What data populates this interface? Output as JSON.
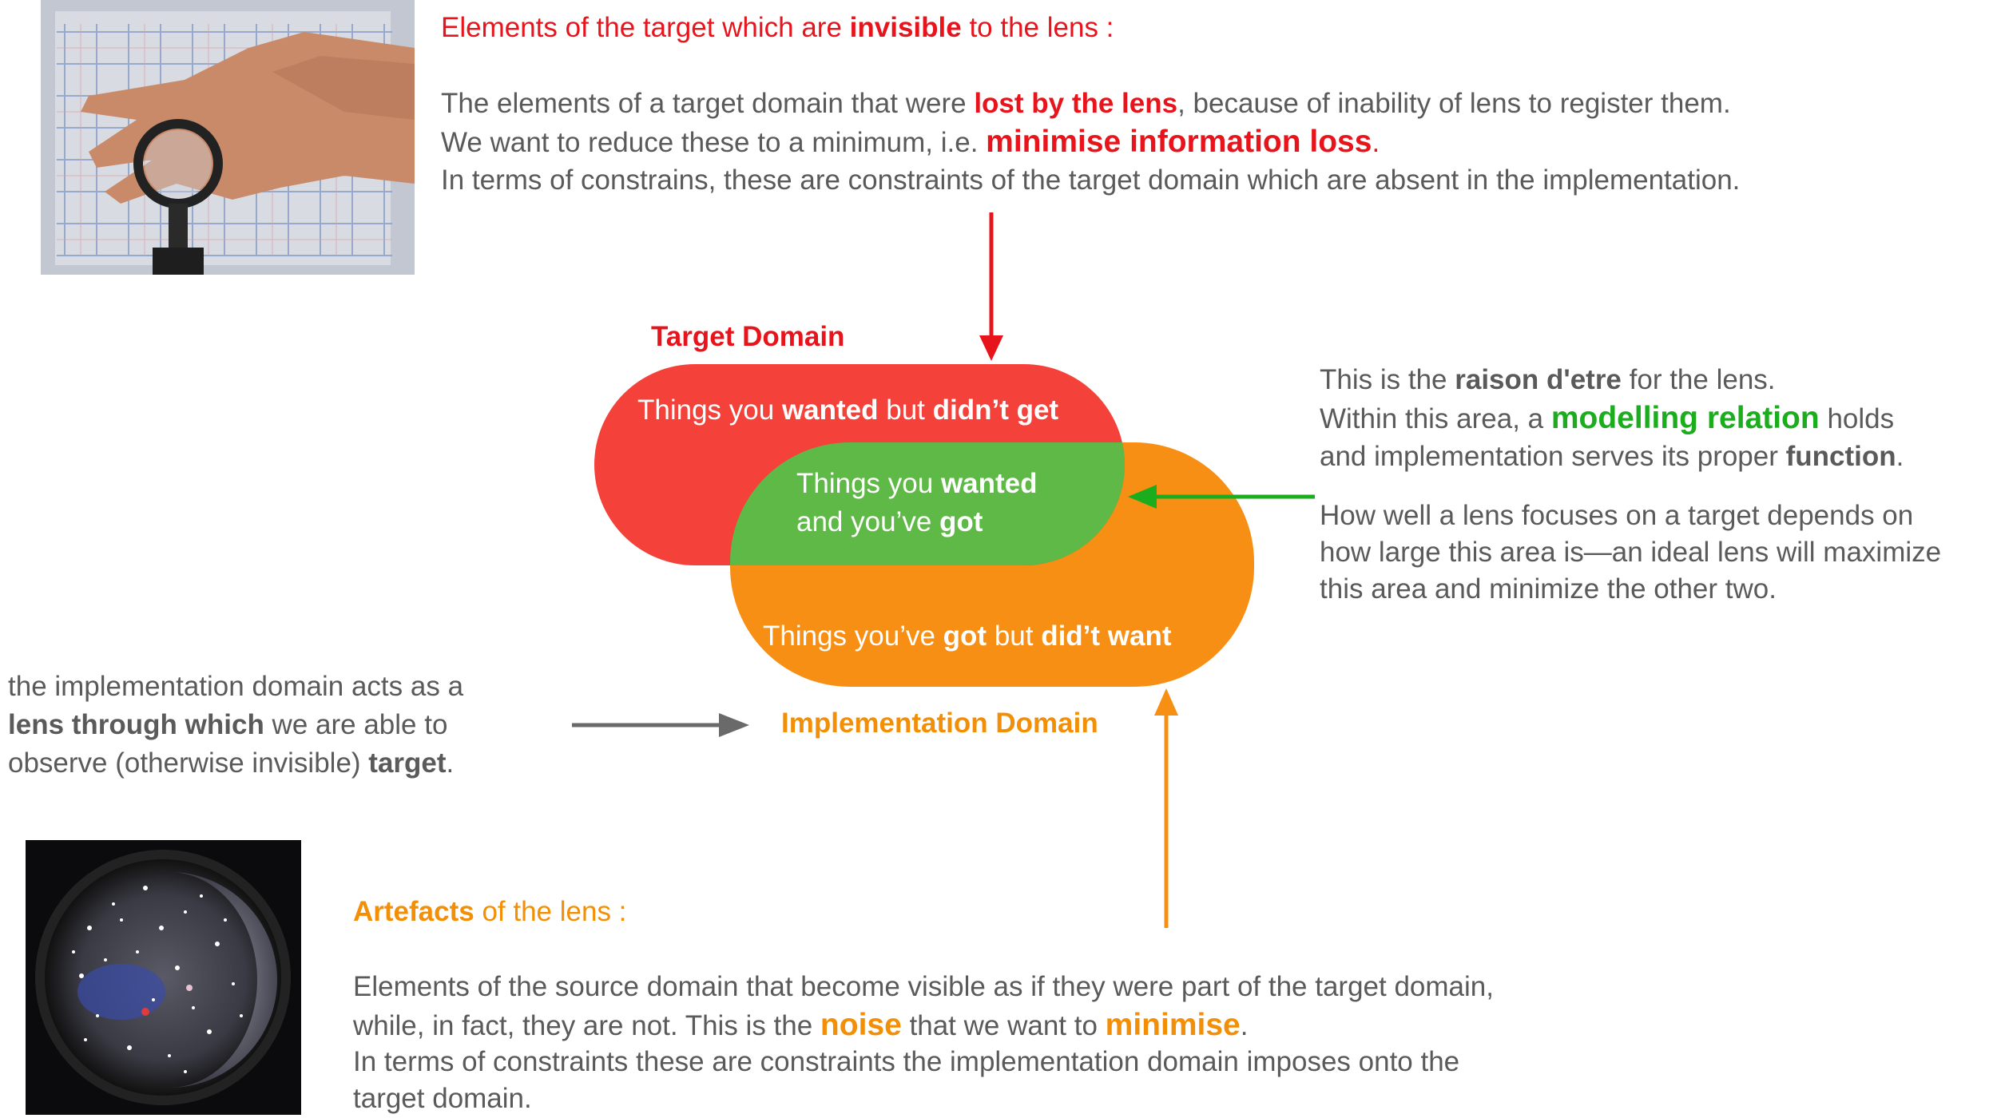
{
  "top": {
    "heading_prefix": "Elements of the target which are ",
    "heading_bold": "invisible",
    "heading_suffix": " to the lens :",
    "line1_prefix": "The elements of a target domain that were ",
    "line1_bold": "lost by the lens",
    "line1_suffix": ", because of inability of lens to register them.",
    "line2_prefix": "We want to reduce these to a minimum, i.e. ",
    "line2_bold": "minimise information loss",
    "line2_suffix": ".",
    "line3": "In terms of constrains, these are constraints of the target domain which are absent in the implementation."
  },
  "diagram": {
    "target_domain_label": "Target Domain",
    "implementation_domain_label": "Implementation Domain",
    "red_text_a": "Things you ",
    "red_text_b": "wanted",
    "red_text_c": " but ",
    "red_text_d": "didn’t get",
    "green_line1_a": "Things you ",
    "green_line1_b": "wanted",
    "green_line2_a": "and you’ve ",
    "green_line2_b": "got",
    "orange_text_a": "Things you’ve ",
    "orange_text_b": "got",
    "orange_text_c": " but ",
    "orange_text_d": "did’t want"
  },
  "right": {
    "p1_l1_a": "This is the ",
    "p1_l1_b": "raison d'etre",
    "p1_l1_c": " for the lens.",
    "p1_l2_a": "Within this area, a ",
    "p1_l2_b": "modelling relation",
    "p1_l2_c": " holds",
    "p1_l3_a": "and implementation serves its proper ",
    "p1_l3_b": "function",
    "p1_l3_c": ".",
    "p2_l1": "How well a lens focuses on a target depends on",
    "p2_l2": "how large this area is—an ideal lens will maximize",
    "p2_l3": "this area and minimize the other two."
  },
  "left": {
    "l1": "the implementation domain acts as a",
    "l2_a": "lens through which",
    "l2_b": " we are able to",
    "l3_a": "observe (otherwise invisible) ",
    "l3_b": "target",
    "l3_c": "."
  },
  "bottom": {
    "heading_bold": "Artefacts",
    "heading_suffix": " of the lens :",
    "l1": "Elements of the source domain that become visible as if they were part of the target domain,",
    "l2_a": "while, in fact, they are not. This is the ",
    "l2_b": "noise",
    "l2_c": " that we want to ",
    "l2_d": "minimise",
    "l2_e": ".",
    "l3": "In terms of constraints these are constraints the implementation domain imposes onto the",
    "l4": "target domain."
  },
  "colors": {
    "red": "#f4423a",
    "green": "#5fb946",
    "orange": "#f68f14",
    "gray_arrow": "#6a6a6a"
  }
}
